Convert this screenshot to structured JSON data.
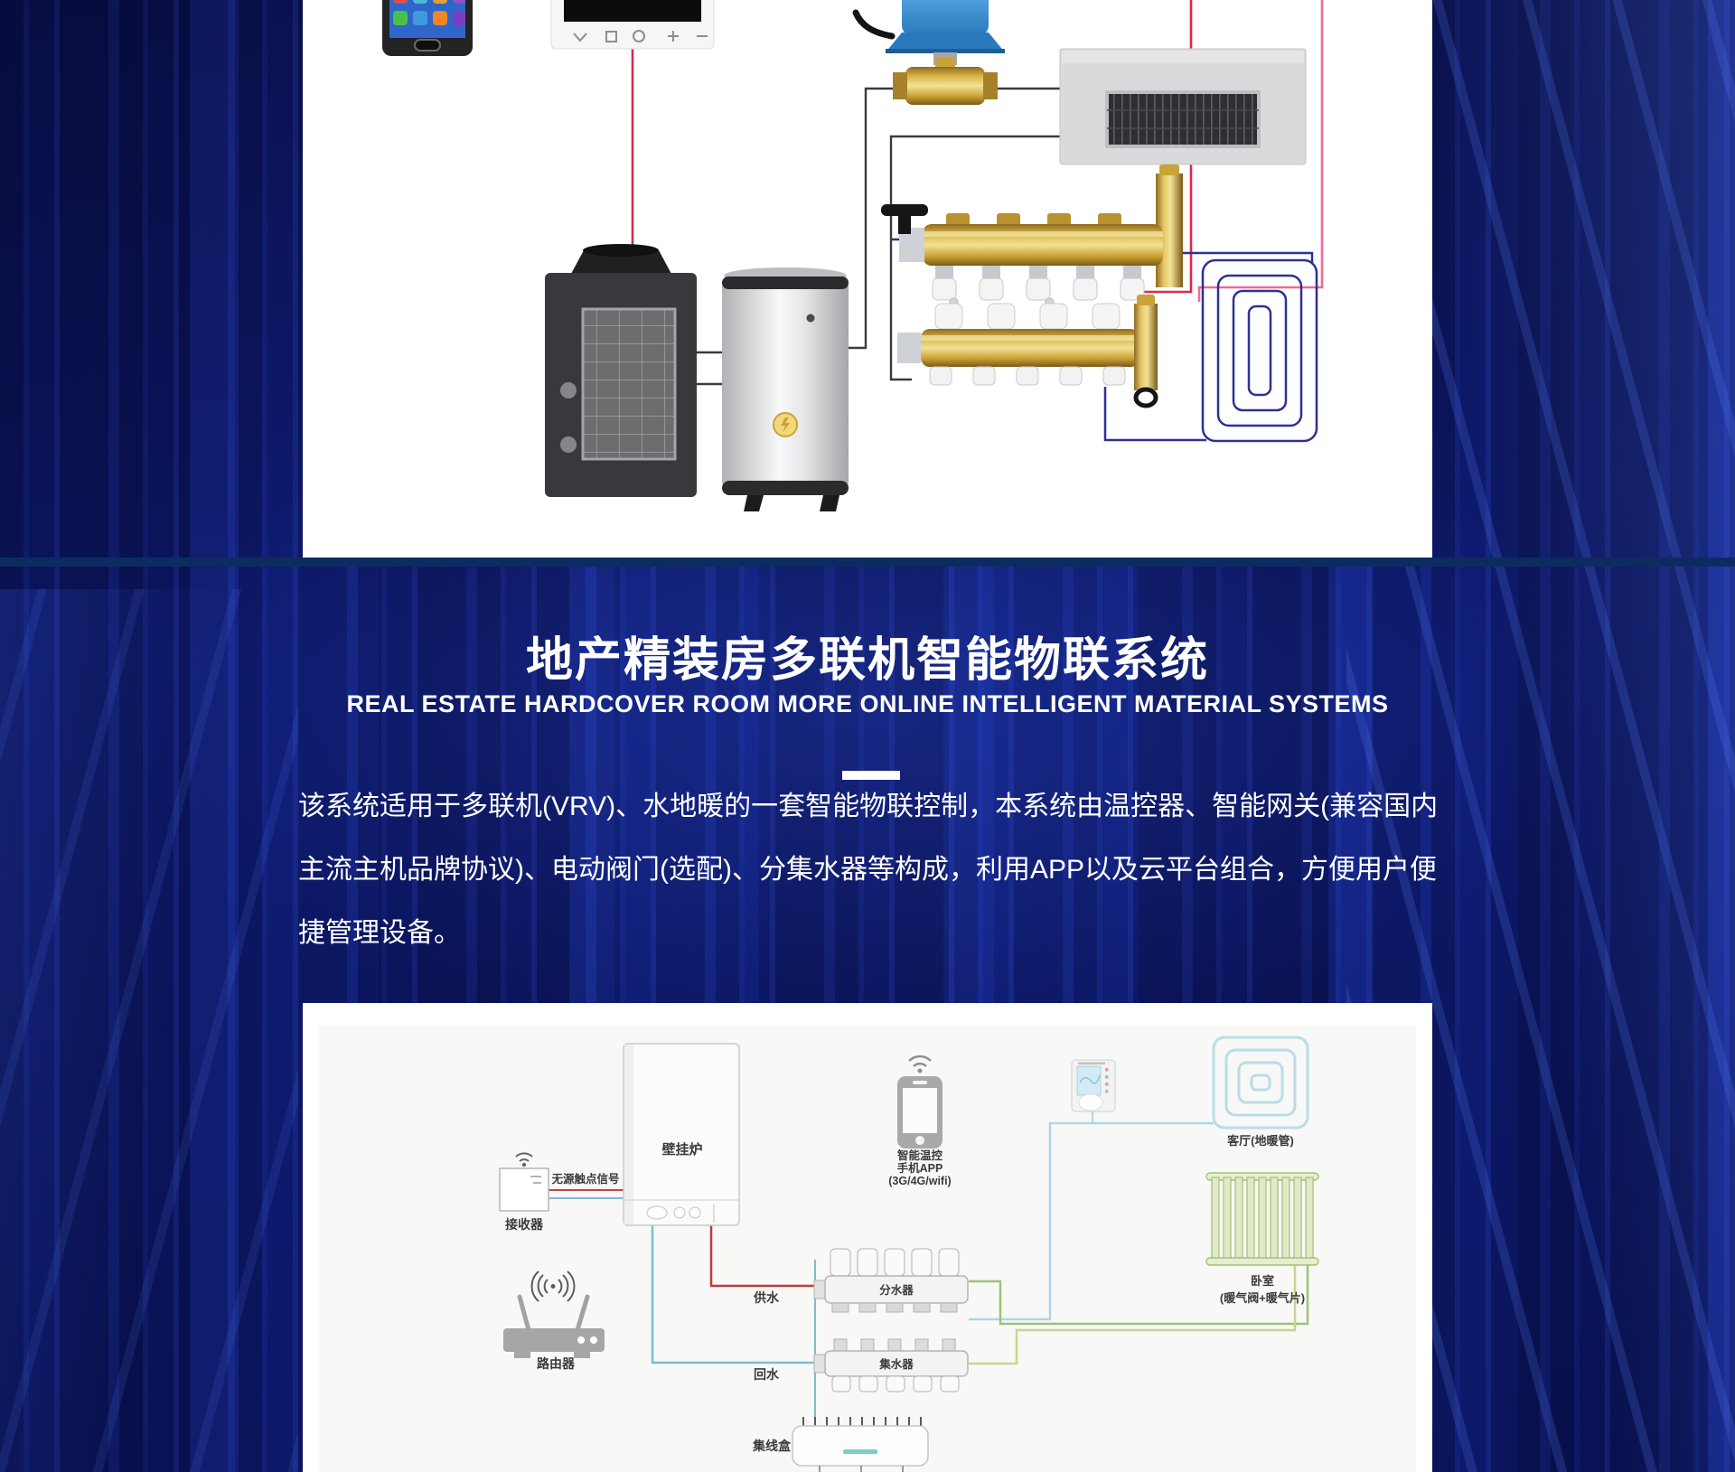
{
  "header": {
    "title": "地产精装房多联机智能物联系统",
    "subtitle": "REAL ESTATE HARDCOVER ROOM MORE ONLINE INTELLIGENT MATERIAL SYSTEMS",
    "description": "该系统适用于多联机(VRV)、水地暖的一套智能物联控制，本系统由温控器、智能网关(兼容国内主流主机品牌协议)、电动阀门(选配)、分集水器等构成，利用APP以及云平台组合，方便用户便捷管理设备。"
  },
  "colors": {
    "background": "#0c1664",
    "panel": "#ffffff",
    "text": "#ffffff",
    "supply_red": "#bf3a3a",
    "return_teal": "#79bfcf",
    "coil_navy": "#2e3192",
    "radiator_green": "#a3bf78",
    "actuator_blue": "#3a8fd0",
    "brass_gold": "#d9b64a"
  },
  "diagram_top": {
    "devices": [
      "smartphone-app",
      "wall-controller",
      "motorized-ball-valve",
      "duct-type-indoor-unit",
      "heat-pump-unit",
      "buffer-water-tank",
      "brass-manifold-upper",
      "brass-manifold-lower",
      "floor-heating-coil"
    ]
  },
  "diagram_bottom": {
    "labels": {
      "receiver": "接收器",
      "signal": "无源触点信号",
      "boiler": "壁挂炉",
      "router": "路由器",
      "phone_line1": "智能温控",
      "phone_line2": "手机APP",
      "phone_line3": "(3G/4G/wifi)",
      "living_room": "客厅(地暖管)",
      "bedroom_line1": "卧室",
      "bedroom_line2": "(暖气阀+暖气片)",
      "supply": "供水",
      "return": "回水",
      "distributor": "分水器",
      "collector": "集水器",
      "hub": "集线盒"
    }
  }
}
